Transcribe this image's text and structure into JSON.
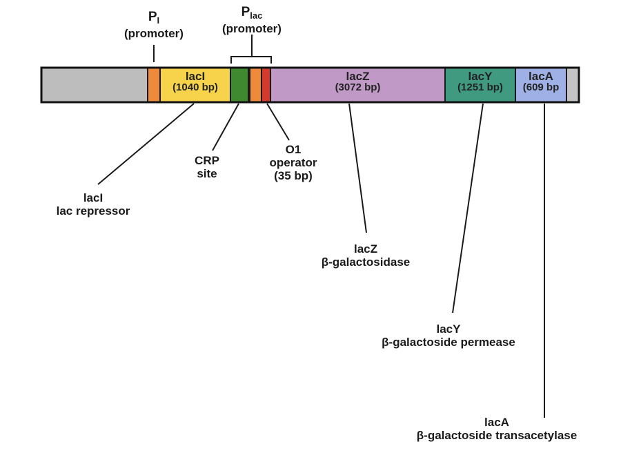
{
  "title": "lac operon gene map",
  "promoters": [
    {
      "id": "pi",
      "symbol": "P",
      "subscript": "I",
      "desc": "(promoter)"
    },
    {
      "id": "plac",
      "symbol": "P",
      "subscript": "lac",
      "desc": "(promoter)"
    }
  ],
  "segments": [
    {
      "id": "upstream",
      "color": "#bdbdbd"
    },
    {
      "id": "pi-promoter",
      "color": "#ee8a3c"
    },
    {
      "id": "lacI",
      "name": "lacI",
      "size": "(1040 bp)",
      "color": "#f6d34a"
    },
    {
      "id": "crp-site",
      "color": "#3f8a2e"
    },
    {
      "id": "plac-promoter",
      "color": "#ee8a3c"
    },
    {
      "id": "o1-operator",
      "color": "#d63a2c"
    },
    {
      "id": "lacZ",
      "name": "lacZ",
      "size": "(3072 bp)",
      "color": "#c099c6"
    },
    {
      "id": "lacY",
      "name": "lacY",
      "size": "(1251 bp)",
      "color": "#3f9a80"
    },
    {
      "id": "lacA",
      "name": "lacA",
      "size": "(609 bp",
      "color": "#9fb0e6"
    },
    {
      "id": "downstream",
      "color": "#c4c4c4"
    }
  ],
  "callouts": {
    "lacI": {
      "line1": "lacI",
      "line2": "lac repressor"
    },
    "crp": {
      "line1": "CRP",
      "line2": "site"
    },
    "o1": {
      "line1": "O1",
      "line2": "operator",
      "line3": "(35 bp)"
    },
    "lacZ": {
      "line1": "lacZ",
      "line2": "β-galactosidase"
    },
    "lacY": {
      "line1": "lacY",
      "line2": "β-galactoside permease"
    },
    "lacA": {
      "line1": "lacA",
      "line2": "β-galactoside transacetylase"
    }
  }
}
